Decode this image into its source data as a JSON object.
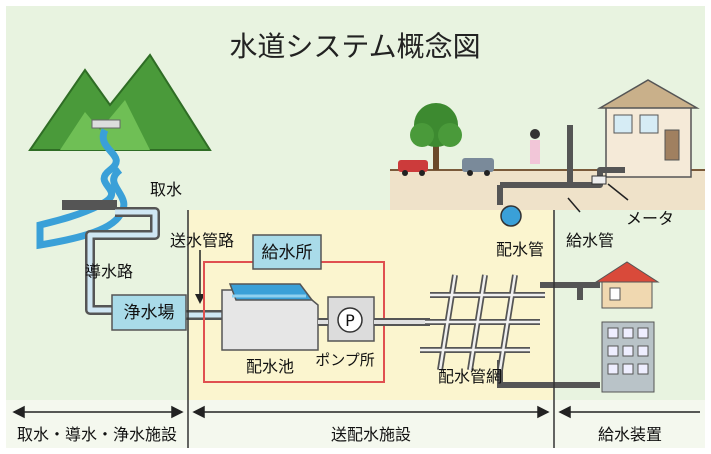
{
  "title": "水道システム概念図",
  "labels": {
    "intake": "取水",
    "conveyance_main": "導水路",
    "transmission_main": "送水管路",
    "water_supply_station": "給水所",
    "purification_plant": "浄水場",
    "distribution_reservoir": "配水池",
    "pump_station": "ポンプ所",
    "pump_symbol": "P",
    "distribution_pipe": "配水管",
    "distribution_network": "配水管網",
    "service_pipe": "給水管",
    "meter": "メータ"
  },
  "sections": {
    "left": "取水・導水・浄水施設",
    "middle": "送配水施設",
    "right": "給水装置"
  },
  "colors": {
    "background_green": "#e8f3e0",
    "background_yellow": "#fbf5cf",
    "box_blue": "#a9dbe9",
    "pipe_outline": "#555555",
    "water": "#3aa0d8",
    "red_frame": "#e05050"
  }
}
